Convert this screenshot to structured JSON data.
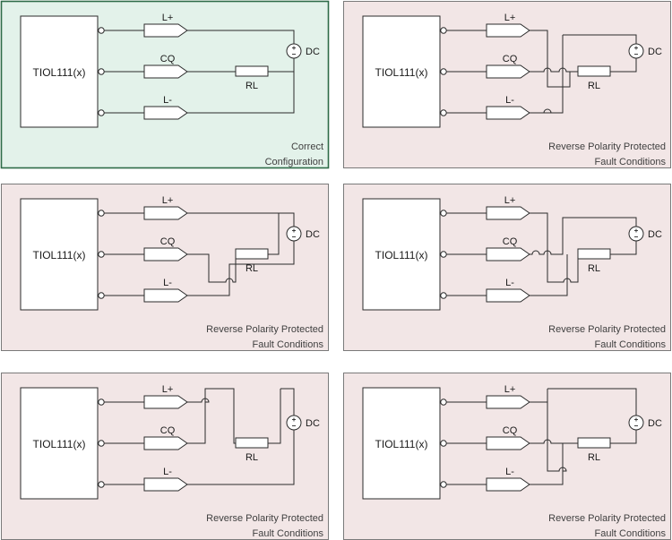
{
  "chip_label": "TIOL111(x)",
  "signal_labels": {
    "lplus": "L+",
    "cq": "CQ",
    "lminus": "L-"
  },
  "load_label": "RL",
  "supply_label": "DC",
  "panels": [
    {
      "caption_line1": "Correct",
      "caption_line2": "Configuration",
      "status": "correct"
    },
    {
      "caption_line1": "Reverse Polarity Protected",
      "caption_line2": "Fault Conditions",
      "status": "fault"
    },
    {
      "caption_line1": "Reverse Polarity Protected",
      "caption_line2": "Fault Conditions",
      "status": "fault"
    },
    {
      "caption_line1": "Reverse Polarity Protected",
      "caption_line2": "Fault Conditions",
      "status": "fault"
    },
    {
      "caption_line1": "Reverse Polarity Protected",
      "caption_line2": "Fault Conditions",
      "status": "fault"
    },
    {
      "caption_line1": "Reverse Polarity Protected",
      "caption_line2": "Fault Conditions",
      "status": "fault"
    }
  ],
  "colors": {
    "correct_fill": "#e3f2ea",
    "correct_border": "#2e6b47",
    "fault_fill": "#f2e6e6",
    "fault_border": "#7a7a7a"
  }
}
